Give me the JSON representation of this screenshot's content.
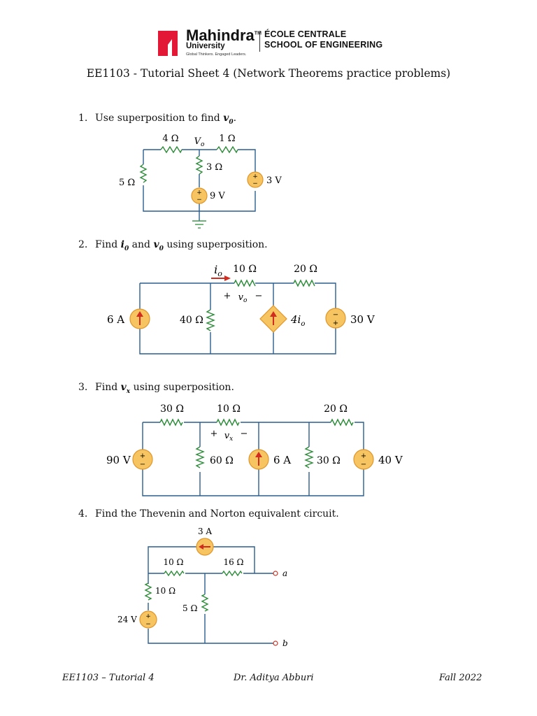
{
  "logo": {
    "brand_name": "Mahindra",
    "tm": "TM",
    "university": "University",
    "tagline": "Global Thinkers. Engaged Leaders.",
    "school_line1": "ÉCOLE CENTRALE",
    "school_line2": "SCHOOL OF ENGINEERING",
    "accent_color": "#e31837"
  },
  "title": "EE1103 - Tutorial Sheet 4 (Network Theorems practice problems)",
  "problems": [
    {
      "number": "1.",
      "text": "Use superposition to find",
      "var": "v0",
      "tail": "."
    },
    {
      "number": "2.",
      "text": "Find",
      "var": "i0",
      "mid": "and",
      "var2": "v0",
      "tail": "using superposition."
    },
    {
      "number": "3.",
      "text": "Find",
      "var": "vx",
      "tail": "using superposition."
    },
    {
      "number": "4.",
      "text": "Find the Thevenin and Norton equivalent circuit."
    }
  ],
  "circuit1": {
    "r1": "4 Ω",
    "vo": "V",
    "vo_sub": "o",
    "r2": "1 Ω",
    "r3": "3 Ω",
    "r4": "5 Ω",
    "src1": "9 V",
    "src2": "3 V"
  },
  "circuit2": {
    "io": "i",
    "io_sub": "o",
    "r1": "10 Ω",
    "r2": "20 Ω",
    "plus": "+",
    "vo": "v",
    "vo_sub": "o",
    "minus": "−",
    "cs": "6 A",
    "r3": "40 Ω",
    "dep": "4i",
    "dep_sub": "o",
    "vs": "30 V"
  },
  "circuit3": {
    "r1": "30 Ω",
    "r2": "10 Ω",
    "r3": "20 Ω",
    "plus": "+",
    "vx": "v",
    "vx_sub": "x",
    "minus": "−",
    "vs1": "90 V",
    "r4": "60 Ω",
    "cs": "6 A",
    "r5": "30 Ω",
    "vs2": "40 V"
  },
  "circuit4": {
    "cs": "3 A",
    "r1": "10 Ω",
    "r2": "16 Ω",
    "r3": "10 Ω",
    "r4": "5 Ω",
    "vs": "24 V",
    "a": "a",
    "b": "b"
  },
  "footer": {
    "left": "EE1103 – Tutorial 4",
    "center": "Dr. Aditya Abburi",
    "right": "Fall 2022"
  },
  "colors": {
    "wire": "#2a5d8f",
    "resistor": "#2e8b3a",
    "source_fill": "#f6c561",
    "source_stroke": "#e0952a",
    "arrow": "#d22b1f",
    "ground": "#3a9a4a"
  }
}
